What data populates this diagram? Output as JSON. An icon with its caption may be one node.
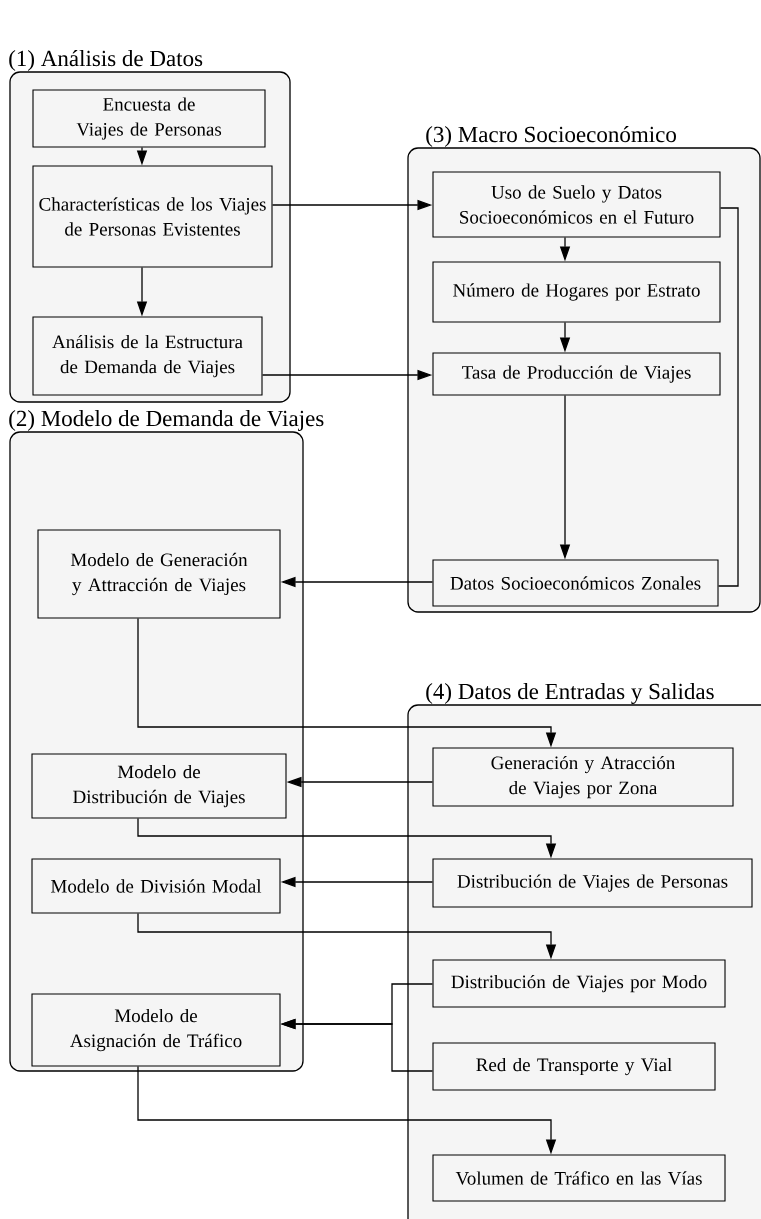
{
  "diagram": {
    "nodes": [
      {
        "text": [
          "(1) Análisis de Datos"
        ]
      },
      {
        "text": [
          "Encuesta de Viajes de Personas"
        ],
        "in": 0
      },
      {
        "text": [
          "Characterísticas de los Viajes de Personas Evistentes"
        ],
        "in": 0
      },
      {
        "text": [
          "Análisis de la Estructura de Demanda de Viajes"
        ],
        "in": 0
      },
      {
        "text": [
          "(3) Macro Socioeconómico"
        ]
      },
      {
        "text": [
          "Uso de Suelo y Datos Socioeconómicos en el Futuro"
        ],
        "in": 4
      },
      {
        "text": [
          "Número de Hogares por Estrato"
        ],
        "in": 4
      },
      {
        "text": [
          "Tasa de Producción de Viajes"
        ],
        "in": 4
      },
      {
        "text": [
          "Datos Socioeconómicos Zonales"
        ],
        "in": 4
      },
      {
        "text": [
          "(2) Modelo de Demanda de Viajes"
        ]
      },
      {
        "text": [
          "Modelo de Generación y Attracción de Viajes"
        ],
        "in": 9
      },
      {
        "text": [
          "Modelo de Distribución de Viajes"
        ],
        "in": 9
      },
      {
        "text": [
          "Modelo de División Modal"
        ],
        "in": 9
      },
      {
        "text": [
          "Modelo de Asignación de Tráfico"
        ],
        "in": 9
      },
      {
        "text": [
          "(4) Datos de Entradas y Salidas"
        ]
      },
      {
        "text": [
          "Generación y Atracción de Viajes por Zona"
        ],
        "in": 14
      },
      {
        "text": [
          "Distribución de Viajes de Personas"
        ],
        "in": 14
      },
      {
        "text": [
          "Distribución de Viajes por Modo"
        ],
        "in": 14
      },
      {
        "text": [
          "Red de Transporte y Vial"
        ],
        "in": 14
      },
      {
        "text": [
          "Volumen de Tráfico en las Vías"
        ],
        "in": 14
      }
    ],
    "edges": [
      {
        "from": 1,
        "to": 2,
        "arrow": "to"
      },
      {
        "from": 2,
        "to": 3,
        "arrow": "to"
      },
      {
        "from": 2,
        "to": 5,
        "arrow": "to"
      },
      {
        "from": 3,
        "to": 7,
        "arrow": "to"
      },
      {
        "from": 5,
        "to": 6,
        "arrow": "to"
      },
      {
        "from": 6,
        "to": 7,
        "arrow": "to"
      },
      {
        "from": 7,
        "to": 8,
        "arrow": "to"
      },
      {
        "from": 5,
        "to": 8,
        "arrow": "none"
      },
      {
        "from": 8,
        "to": 10,
        "arrow": "to"
      },
      {
        "from": 10,
        "to": 15,
        "arrow": "to"
      },
      {
        "from": 15,
        "to": 11,
        "arrow": "to"
      },
      {
        "from": 11,
        "to": 16,
        "arrow": "to"
      },
      {
        "from": 16,
        "to": 12,
        "arrow": "to"
      },
      {
        "from": 12,
        "to": 17,
        "arrow": "to"
      },
      {
        "from": 17,
        "to": 13,
        "arrow": "to"
      },
      {
        "from": 18,
        "to": 13,
        "arrow": "to"
      },
      {
        "from": 13,
        "to": 19,
        "arrow": "to"
      }
    ]
  }
}
